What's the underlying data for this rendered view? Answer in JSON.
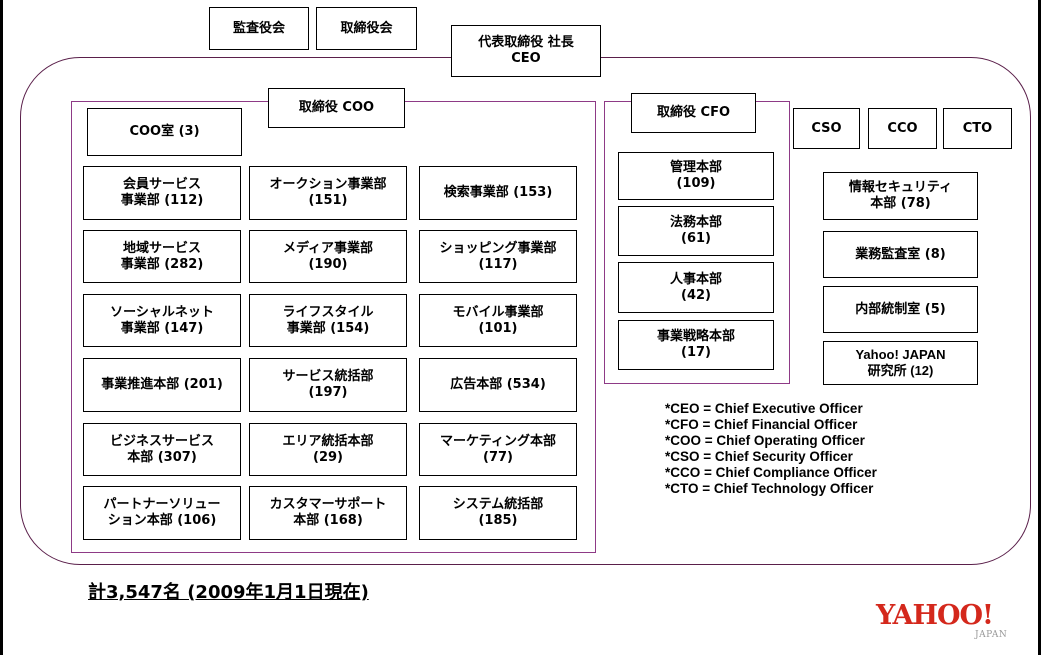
{
  "top": {
    "audit_board": "監査役会",
    "board_of_directors": "取締役会",
    "ceo": "代表取締役 社長\nCEO"
  },
  "coo": {
    "title": "取締役 COO",
    "office": "COO室 (3)",
    "departments": [
      "会員サービス\n事業部 (112)",
      "オークション事業部\n(151)",
      "検索事業部 (153)",
      "地域サービス\n事業部 (282)",
      "メディア事業部\n(190)",
      "ショッピング事業部\n(117)",
      "ソーシャルネット\n事業部 (147)",
      "ライフスタイル\n事業部 (154)",
      "モバイル事業部\n(101)",
      "事業推進本部 (201)",
      "サービス統括部\n(197)",
      "広告本部 (534)",
      "ビジネスサービス\n本部 (307)",
      "エリア統括本部\n(29)",
      "マーケティング本部\n(77)",
      "パートナーソリュー\nション本部 (106)",
      "カスタマーサポート\n本部 (168)",
      "システム統括部\n(185)"
    ]
  },
  "cfo": {
    "title": "取締役 CFO",
    "departments": [
      "管理本部\n(109)",
      "法務本部\n(61)",
      "人事本部\n(42)",
      "事業戦略本部\n(17)"
    ]
  },
  "officers": [
    "CSO",
    "CCO",
    "CTO"
  ],
  "right_units": [
    "情報セキュリティ\n本部 (78)",
    "業務監査室 (8)",
    "内部統制室 (5)",
    "Yahoo! JAPAN\n研究所 (12)"
  ],
  "legend": [
    "*CEO = Chief Executive Officer",
    "*CFO = Chief Financial Officer",
    "*COO = Chief Operating Officer",
    "*CSO = Chief Security Officer",
    "*CCO = Chief Compliance Officer",
    "*CTO = Chief Technology Officer"
  ],
  "total": "計3,547名 (2009年1月1日現在)",
  "logo": {
    "text": "YAHOO!",
    "sub": "JAPAN"
  }
}
